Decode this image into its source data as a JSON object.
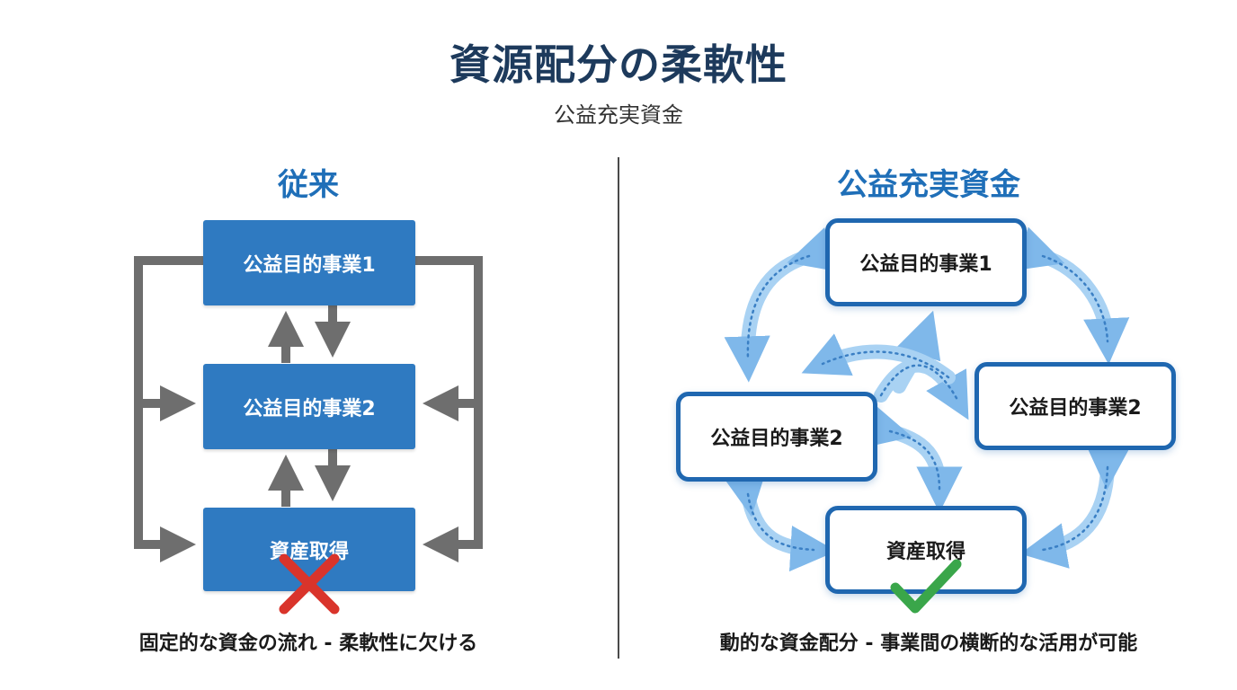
{
  "header": {
    "title": "資源配分の柔軟性",
    "subtitle": "公益充実資金"
  },
  "left_panel": {
    "heading": "従来",
    "nodes": {
      "top": "公益目的事業1",
      "middle": "公益目的事業2",
      "bottom": "資産取得"
    },
    "caption": "固定的な資金の流れ - 柔軟性に欠ける",
    "status_mark": "cross-icon",
    "colors": {
      "box": "#2f7ac1",
      "arrow": "#6e6e6e",
      "mark": "#d9342b"
    }
  },
  "right_panel": {
    "heading": "公益充実資金",
    "nodes": {
      "top": "公益目的事業1",
      "left": "公益目的事業2",
      "right": "公益目的事業2",
      "bottom": "資産取得"
    },
    "caption": "動的な資金配分 - 事業間の横断的な活用が可能",
    "status_mark": "check-icon",
    "colors": {
      "border": "#1f67b0",
      "arrow": "#8ec3ee",
      "mark": "#3aa64a"
    }
  }
}
